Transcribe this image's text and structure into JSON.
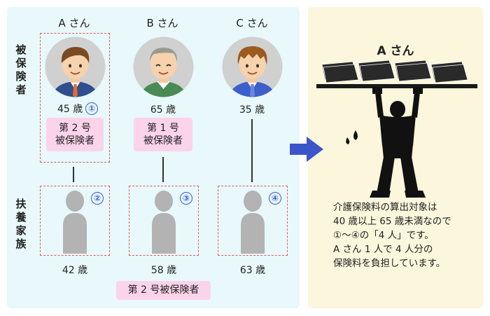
{
  "left_panel": {
    "labels": {
      "insured": "被保険者",
      "dependents": "扶養家族"
    },
    "persons": [
      {
        "name": "A さん",
        "age": "45 歳",
        "number": "①",
        "badge_lines": [
          "第 2 号",
          "被保険者"
        ]
      },
      {
        "name": "B さん",
        "age": "65 歳",
        "badge_lines": [
          "第 1 号",
          "被保険者"
        ]
      },
      {
        "name": "C さん",
        "age": "35 歳"
      }
    ],
    "dependents": [
      {
        "number": "②",
        "age": "42 歳"
      },
      {
        "number": "③",
        "age": "58 歳"
      },
      {
        "number": "④",
        "age": "63 歳"
      }
    ],
    "dependents_badge": "第 2 号被保険者"
  },
  "right_panel": {
    "title": "A さん",
    "lines": [
      "介護保険料の算出対象は",
      "40 歳以上 65 歳未満なので",
      "①～④の「4 人」です。",
      "A さん 1 人で 4 人分の",
      "保険料を負担しています。"
    ]
  },
  "colors": {
    "left_bg": "#e8f8fb",
    "right_bg": "#fbf6dc",
    "dash": "#e05a5a",
    "badge": "#fbd4ea",
    "arrow": "#3c55c9",
    "number": "#3b5bd8",
    "silhouette": "#b3b3b3"
  }
}
